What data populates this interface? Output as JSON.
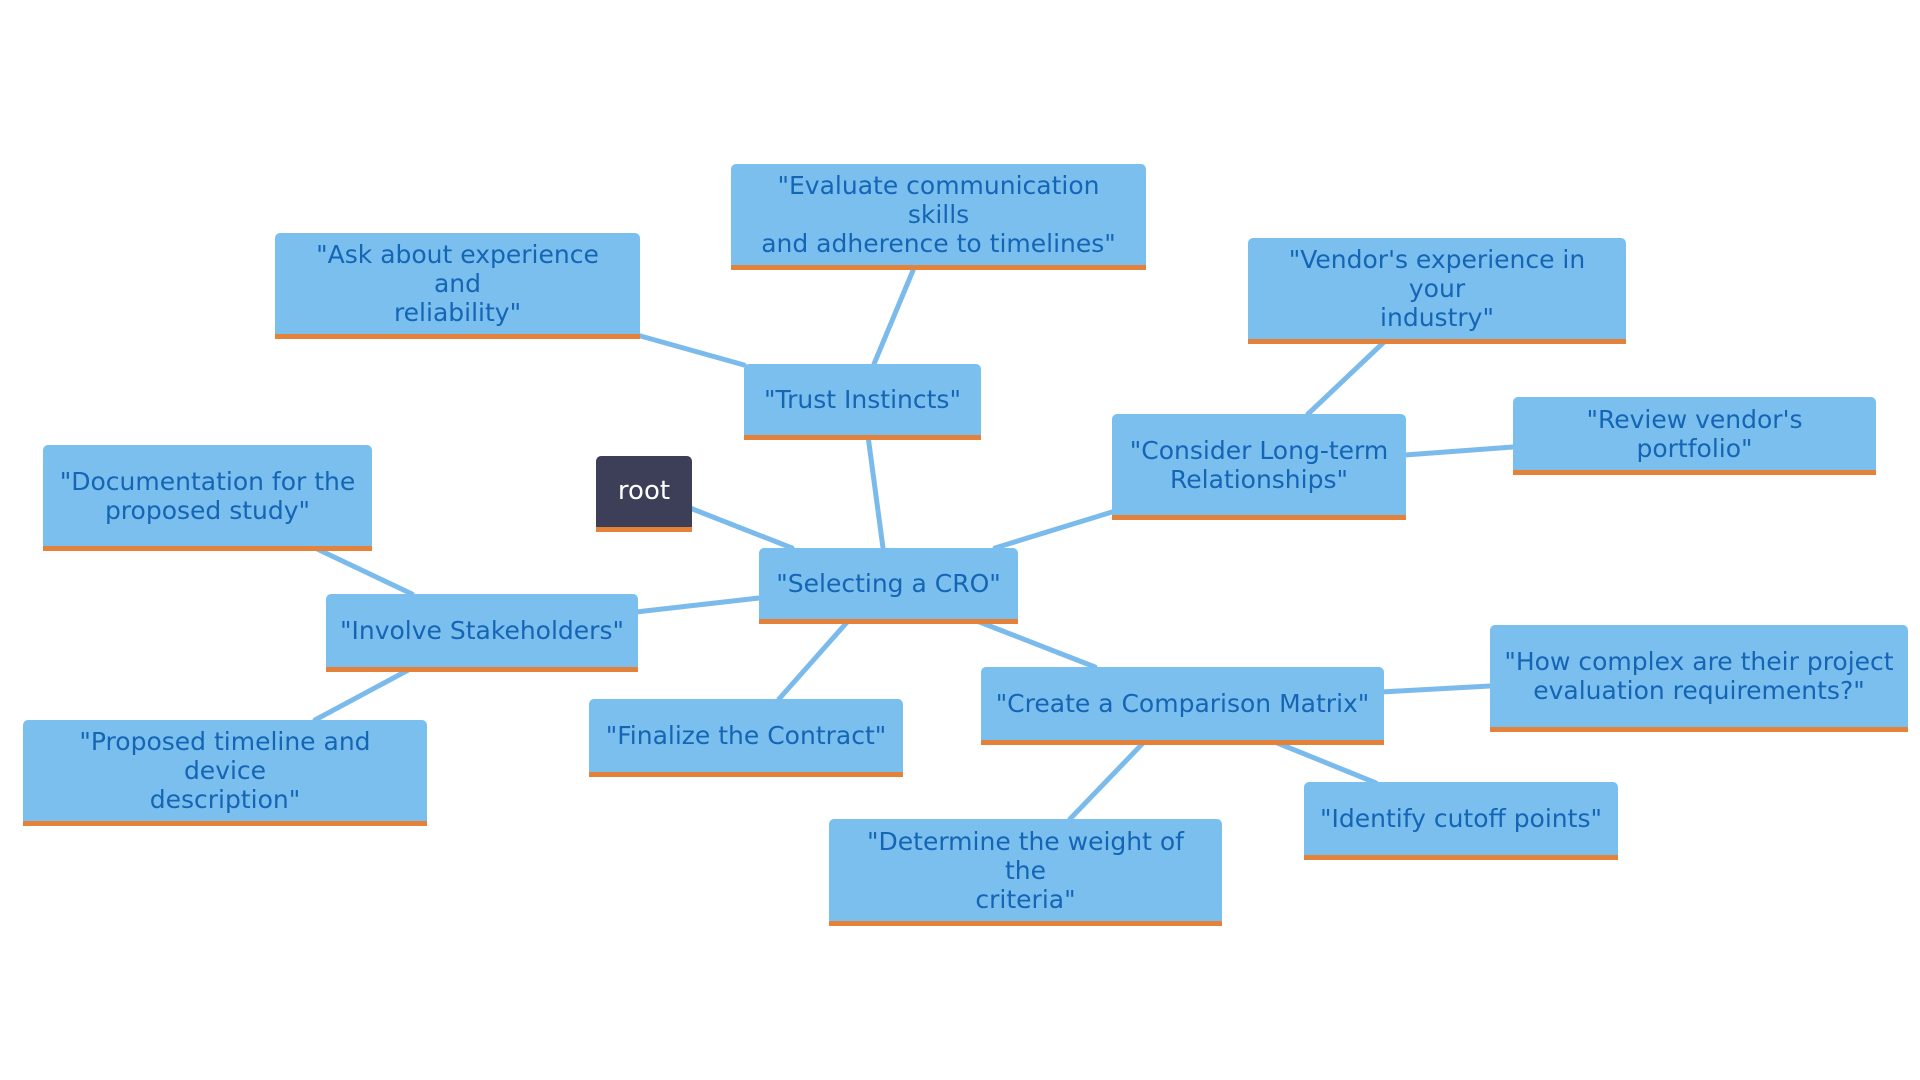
{
  "colors": {
    "node_fill": "#7bbfef",
    "node_text": "#1565b5",
    "node_underline": "#e5823a",
    "root_fill": "#3d3f58",
    "root_text": "#ffffff",
    "link": "#7bbbec"
  },
  "nodes": {
    "root": "root",
    "selecting_cro": "\"Selecting a CRO\"",
    "trust_instincts": "\"Trust Instincts\"",
    "evaluate_communication": "\"Evaluate communication skills\nand adherence to timelines\"",
    "ask_experience": "\"Ask about experience and\nreliability\"",
    "consider_long_term": "\"Consider Long-term\nRelationships\"",
    "vendor_experience": "\"Vendor's experience in your\nindustry\"",
    "review_portfolio": "\"Review vendor's portfolio\"",
    "involve_stakeholders": "\"Involve Stakeholders\"",
    "documentation": "\"Documentation for the\nproposed study\"",
    "proposed_timeline": "\"Proposed timeline and device\ndescription\"",
    "finalize_contract": "\"Finalize the Contract\"",
    "comparison_matrix": "\"Create a Comparison Matrix\"",
    "project_complexity": "\"How complex are their project\nevaluation requirements?\"",
    "cutoff_points": "\"Identify cutoff points\"",
    "criteria_weight": "\"Determine the weight of the\ncriteria\""
  },
  "edges": [
    [
      "root",
      "selecting_cro"
    ],
    [
      "selecting_cro",
      "trust_instincts"
    ],
    [
      "trust_instincts",
      "evaluate_communication"
    ],
    [
      "trust_instincts",
      "ask_experience"
    ],
    [
      "selecting_cro",
      "consider_long_term"
    ],
    [
      "consider_long_term",
      "vendor_experience"
    ],
    [
      "consider_long_term",
      "review_portfolio"
    ],
    [
      "selecting_cro",
      "involve_stakeholders"
    ],
    [
      "involve_stakeholders",
      "documentation"
    ],
    [
      "involve_stakeholders",
      "proposed_timeline"
    ],
    [
      "selecting_cro",
      "finalize_contract"
    ],
    [
      "selecting_cro",
      "comparison_matrix"
    ],
    [
      "comparison_matrix",
      "project_complexity"
    ],
    [
      "comparison_matrix",
      "cutoff_points"
    ],
    [
      "comparison_matrix",
      "criteria_weight"
    ]
  ]
}
